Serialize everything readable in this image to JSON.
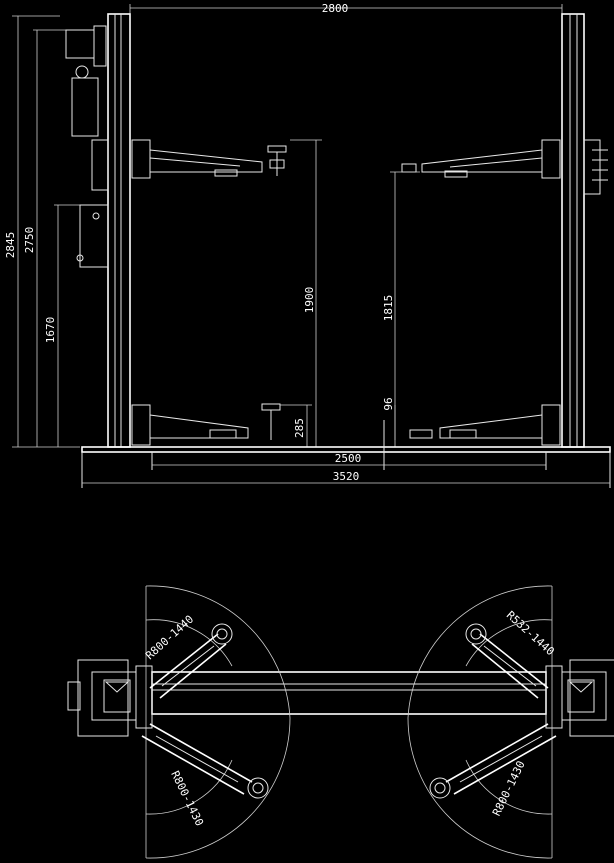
{
  "drawing": {
    "front_view": {
      "dims": {
        "top_width": "2800",
        "overall_height": "2845",
        "column_height": "2750",
        "box_height": "1670",
        "lift_height_left": "1900",
        "lift_height_right": "1815",
        "low_height": "96",
        "pad_height": "285",
        "base_width": "2500",
        "overall_width": "3520"
      }
    },
    "plan_view": {
      "arm_labels": {
        "upper_left": "R800-1440",
        "upper_right": "R532-1440",
        "lower_left": "R800-1430",
        "lower_right": "R800-1430"
      }
    }
  }
}
